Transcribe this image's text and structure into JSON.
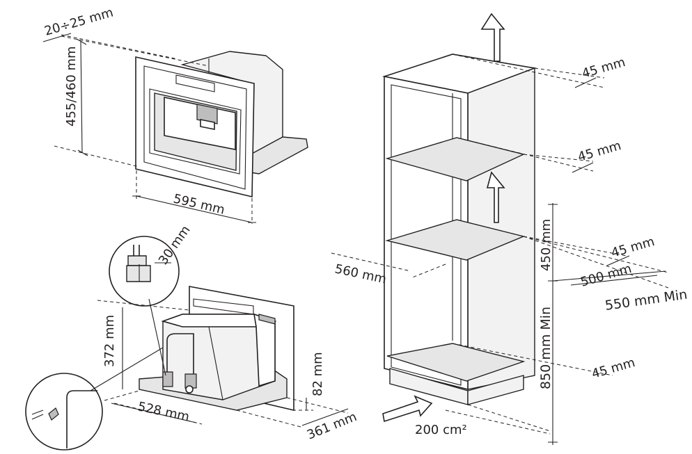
{
  "dimensions": {
    "gap": "20÷25 mm",
    "height": "455/460 mm",
    "width": "595 mm",
    "cable_offset": "30 mm",
    "rear_height": "372 mm",
    "depth_528": "528 mm",
    "h_82": "82 mm",
    "d_361": "361 mm",
    "top_gap": "45 mm",
    "shelf_gap": "45 mm",
    "side_gap": "45 mm",
    "bottom_gap": "45 mm",
    "niche_width": "560 mm",
    "niche_height": "450 mm",
    "niche_depth": "500 mm",
    "cabinet_depth": "550 mm Min",
    "floor_height": "850 mm Min",
    "vent_area": "200 cm²"
  }
}
